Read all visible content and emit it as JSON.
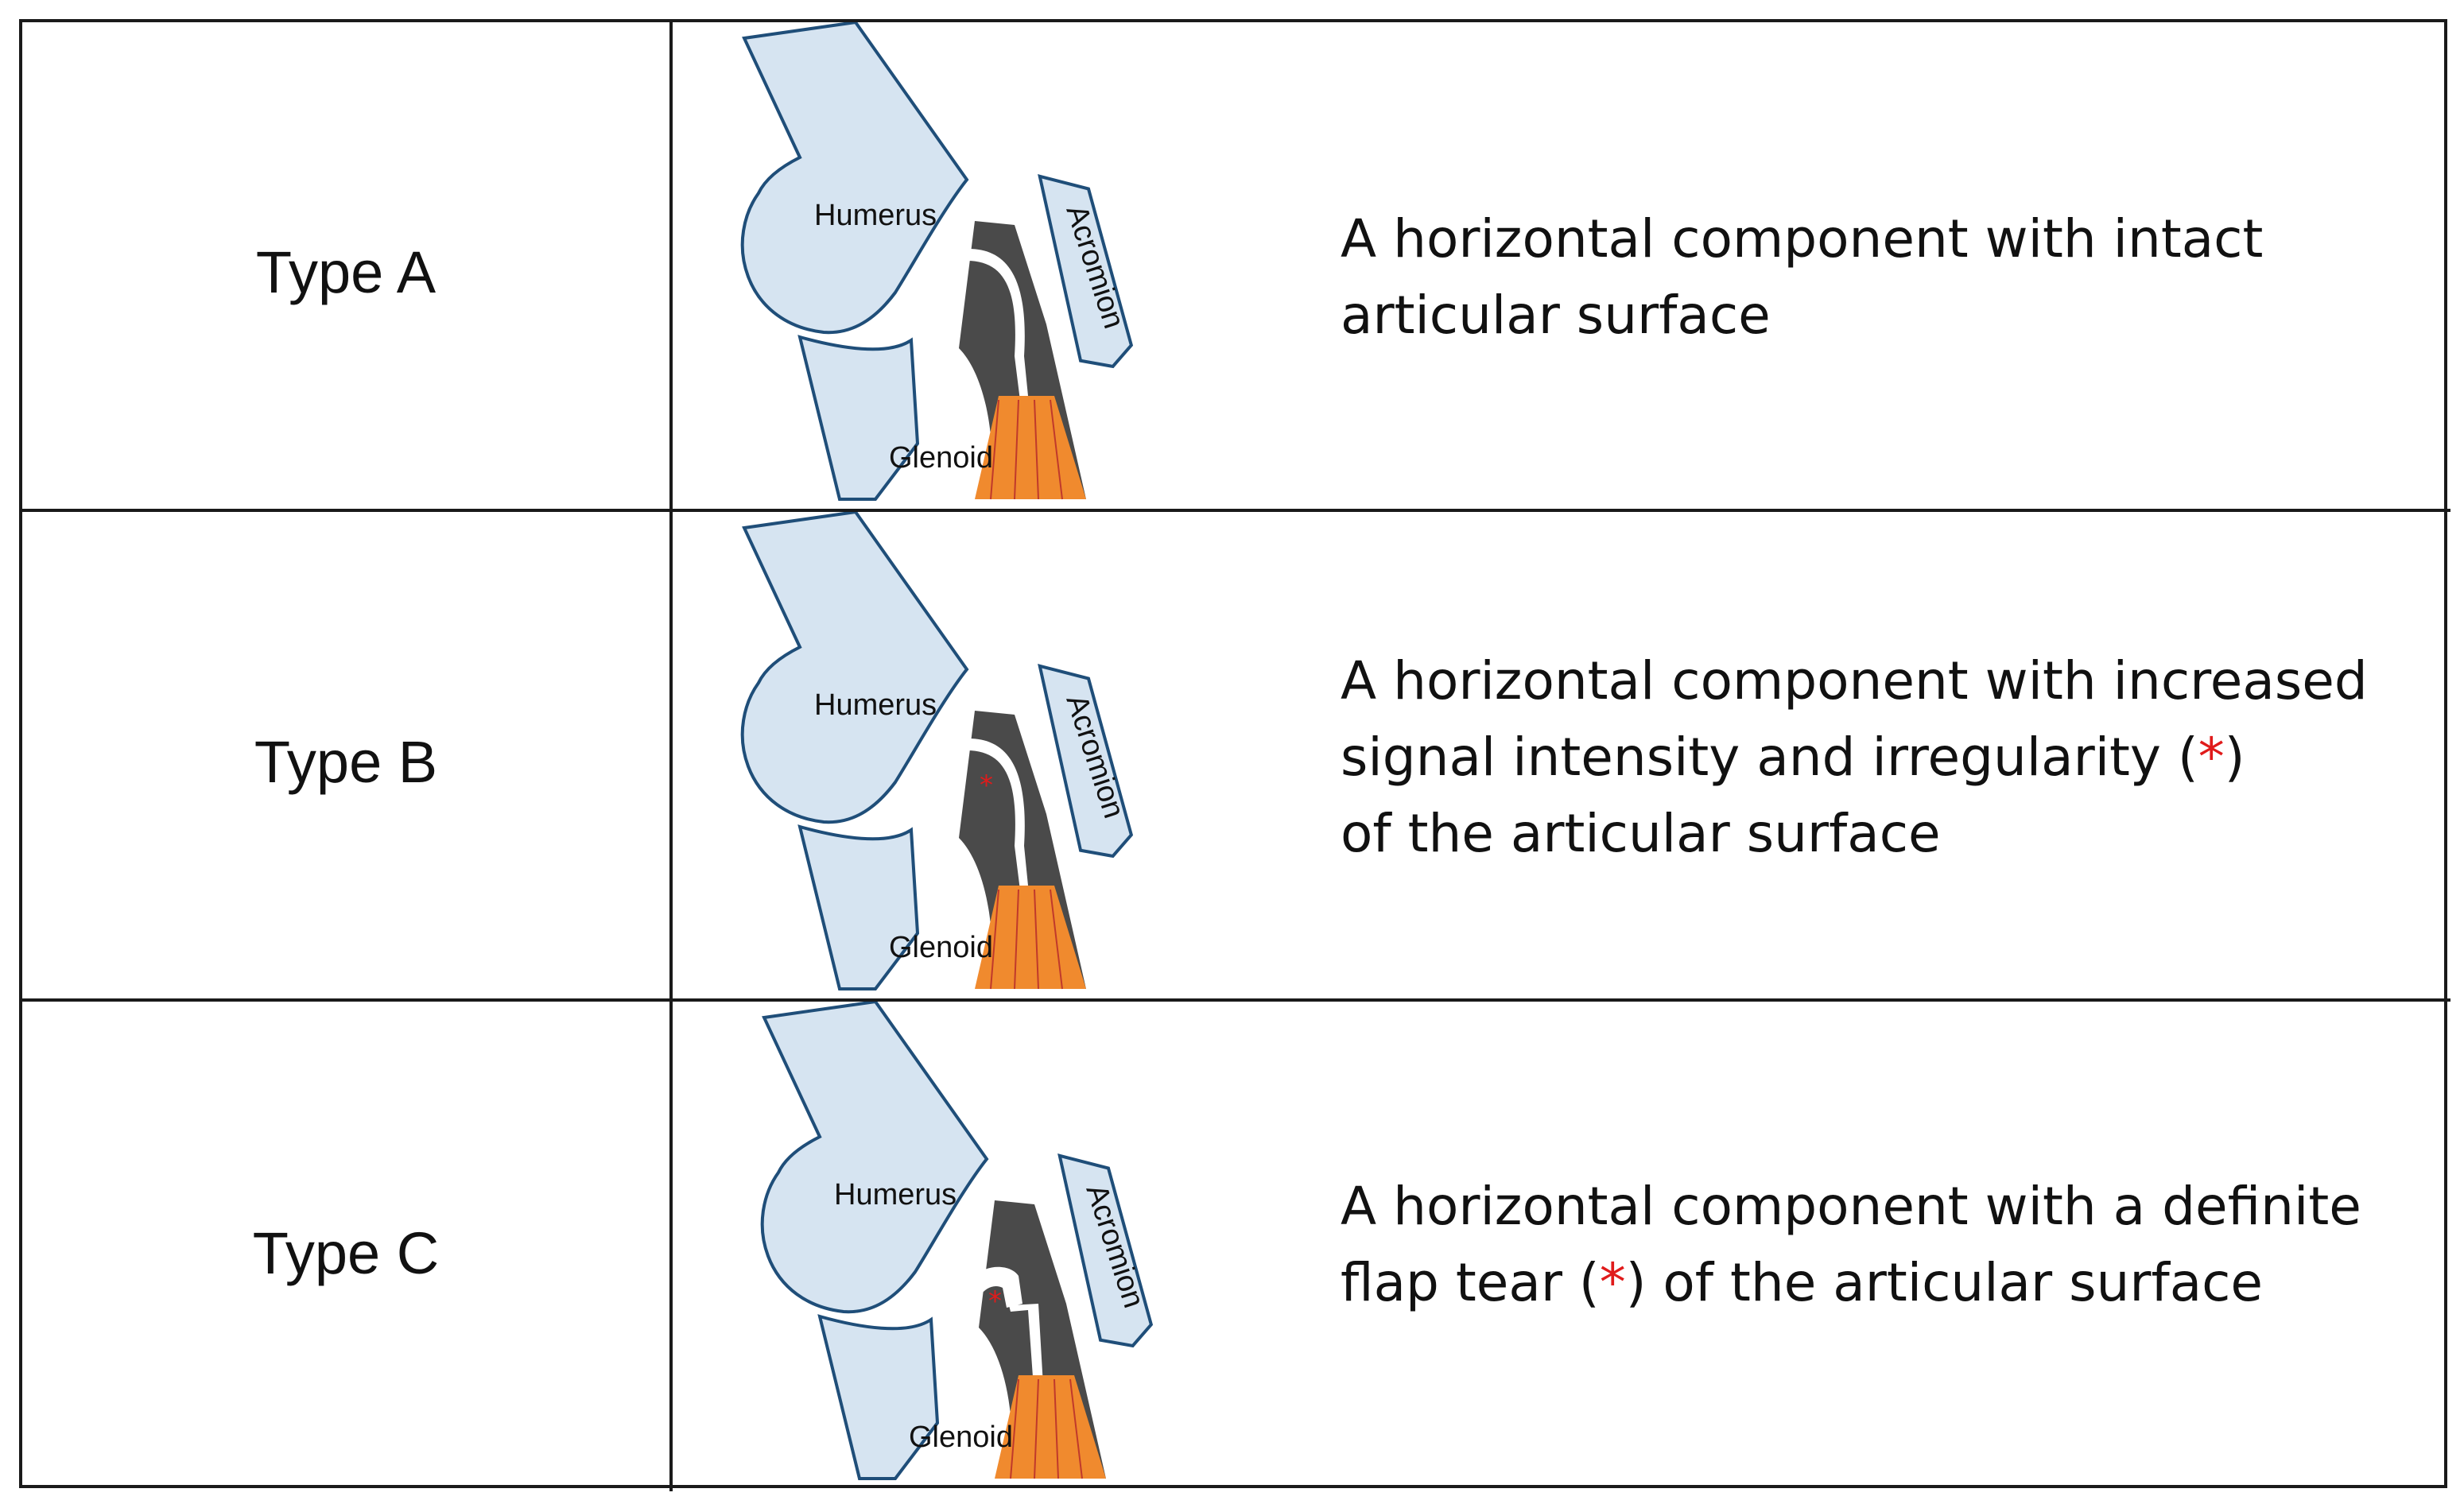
{
  "rows": [
    {
      "type_label": "Type A",
      "description": {
        "line1": "A horizontal component with intact",
        "line2": "articular surface"
      },
      "figure": {
        "humerus": "Humerus",
        "acromion": "Acromion",
        "glenoid": "Glenoid"
      }
    },
    {
      "type_label": "Type B",
      "description": {
        "line1": "A horizontal component with increased",
        "line2_pre": "signal intensity and irregularity (",
        "line2_ast": "*",
        "line2_post": ")",
        "line3": "of the articular surface"
      },
      "figure": {
        "humerus": "Humerus",
        "acromion": "Acromion",
        "glenoid": "Glenoid",
        "marker": "*"
      }
    },
    {
      "type_label": "Type C",
      "description": {
        "line1": "A horizontal component with a definite",
        "line2_pre": "flap tear (",
        "line2_ast": "*",
        "line2_post": ") of the articular surface"
      },
      "figure": {
        "humerus": "Humerus",
        "acromion": "Acromion",
        "glenoid": "Glenoid",
        "marker": "*"
      }
    }
  ],
  "colors": {
    "bone_fill": "#d6e4f1",
    "bone_stroke": "#1f4e79",
    "tendon": "#4a4a4a",
    "muscle": "#f08a2e",
    "muscle_lines": "#c0392b",
    "asterisk": "#e01b1b"
  }
}
